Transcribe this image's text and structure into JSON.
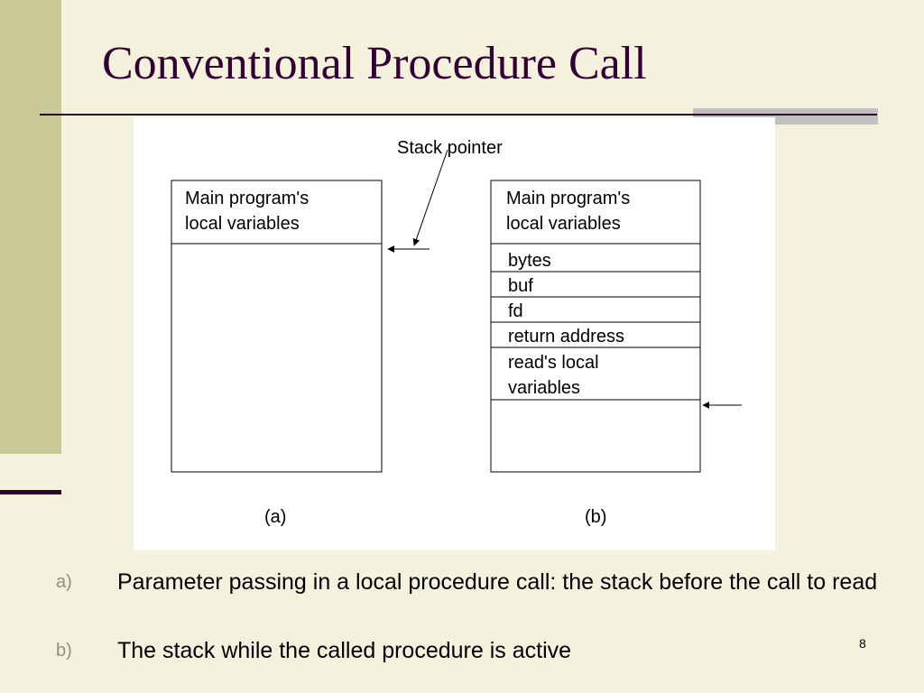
{
  "slide": {
    "title": "Conventional Procedure Call",
    "page_number": "8"
  },
  "diagram": {
    "pointer_label": "Stack pointer",
    "stack_a": {
      "header": [
        "Main program's",
        "local variables"
      ],
      "caption": "(a)"
    },
    "stack_b": {
      "header": [
        "Main program's",
        "local variables"
      ],
      "frames": [
        "bytes",
        "buf",
        "fd",
        "return address"
      ],
      "last_frame": [
        "read's local",
        "variables"
      ],
      "caption": "(b)"
    }
  },
  "captions": [
    {
      "label": "a)",
      "text": "Parameter passing in a local procedure call: the stack before the call to read"
    },
    {
      "label": "b)",
      "text": "The stack while the called procedure is active"
    }
  ]
}
